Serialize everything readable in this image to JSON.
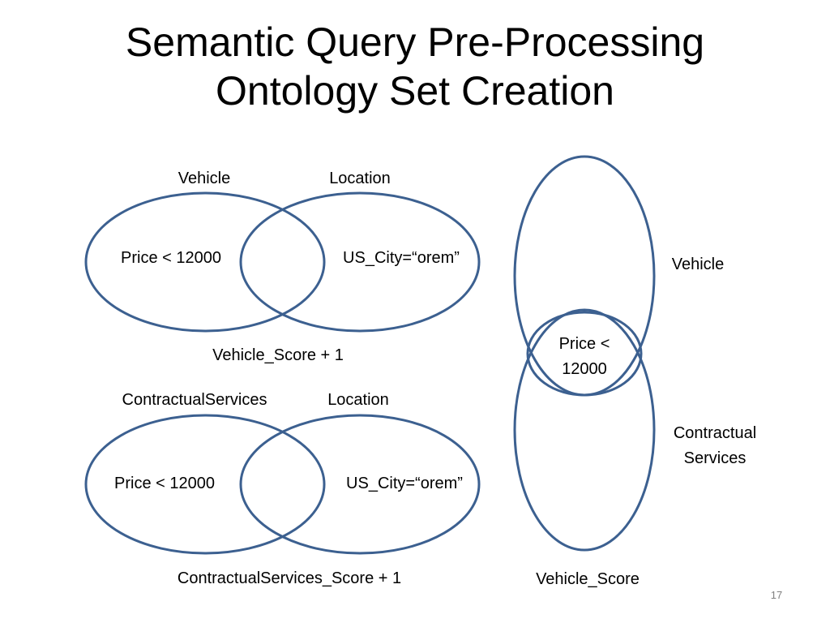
{
  "slide": {
    "title_line1": "Semantic Query Pre-Processing",
    "title_line2": "Ontology Set Creation",
    "page_number": "17"
  },
  "colors": {
    "ellipse_stroke": "#3c6090",
    "text": "#000000",
    "page_number": "#808080"
  },
  "venn_top": {
    "left_set_label": "Vehicle",
    "right_set_label": "Location",
    "left_condition": "Price < 12000",
    "right_condition": "US_City=“orem”",
    "result": "Vehicle_Score + 1"
  },
  "venn_bottom": {
    "left_set_label": "ContractualServices",
    "right_set_label": "Location",
    "left_condition": "Price < 12000",
    "right_condition": "US_City=“orem”",
    "result": "ContractualServices_Score + 1"
  },
  "venn_vertical": {
    "top_set_label": "Vehicle",
    "bottom_set_label_line1": "Contractual",
    "bottom_set_label_line2": "Services",
    "intersection_line1": "Price <",
    "intersection_line2": "12000",
    "result": "Vehicle_Score"
  }
}
